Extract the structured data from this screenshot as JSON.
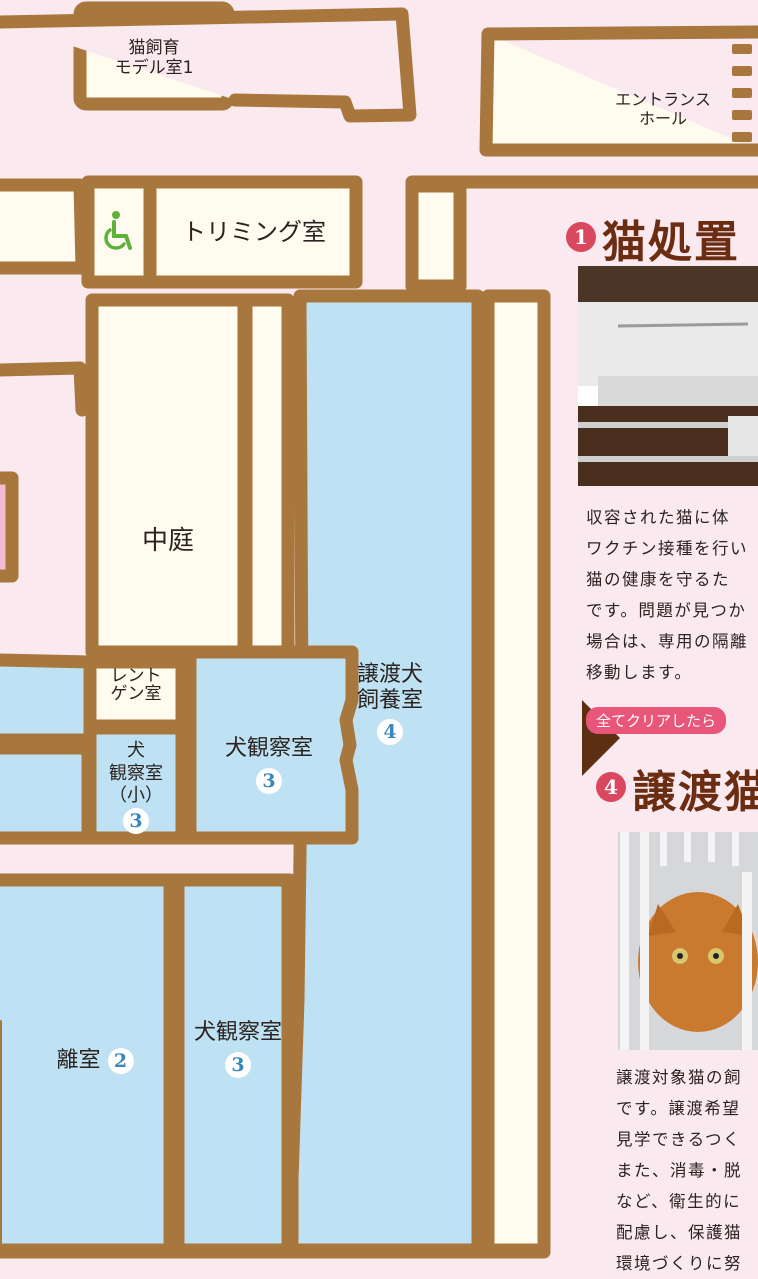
{
  "colors": {
    "background": "#fbe9f0",
    "wall": "#a8773e",
    "room_cream": "#fffbef",
    "room_blue": "#bee2f3",
    "room_pink": "#f3bcd3",
    "badge_text": "#3a87bd",
    "accent_red": "#d9485f",
    "title_brown": "#6b2d12",
    "wheelchair_green": "#5fb13b"
  },
  "rooms": {
    "cat_model_room": {
      "line1": "猫飼育",
      "line2": "モデル室1"
    },
    "entrance_hall": {
      "line1": "エントランス",
      "line2": "ホール"
    },
    "trimming_room": {
      "label": "トリミング室",
      "icon": "wheelchair-icon"
    },
    "courtyard": {
      "label": "中庭"
    },
    "adoption_dog_room": {
      "line1": "譲渡犬",
      "line2": "飼養室",
      "badge": "4"
    },
    "xray_room": {
      "line1": "レント",
      "line2": "ゲン室"
    },
    "dog_observation_small": {
      "line1": "犬",
      "line2": "観察室",
      "line3": "（小）",
      "badge": "3"
    },
    "dog_observation_room_a": {
      "label": "犬観察室",
      "badge": "3"
    },
    "isolation_room": {
      "label": "離室",
      "badge": "2"
    },
    "dog_observation_room_b": {
      "label": "犬観察室",
      "badge": "3"
    }
  },
  "sections": [
    {
      "number": "1",
      "title": "猫処置",
      "description": [
        "収容された猫に体",
        "ワクチン接種を行い",
        "猫の健康を守るた",
        "です。問題が見つか",
        "場合は、専用の隔離",
        "移動します。"
      ]
    },
    {
      "tag": "全てクリアしたら",
      "number": "4",
      "title": "譲渡猫",
      "description": [
        "譲渡対象猫の飼",
        "です。譲渡希望",
        "見学できるつく",
        "また、消毒・脱",
        "など、衛生的に",
        "配慮し、保護猫",
        "環境づくりに努"
      ]
    }
  ]
}
